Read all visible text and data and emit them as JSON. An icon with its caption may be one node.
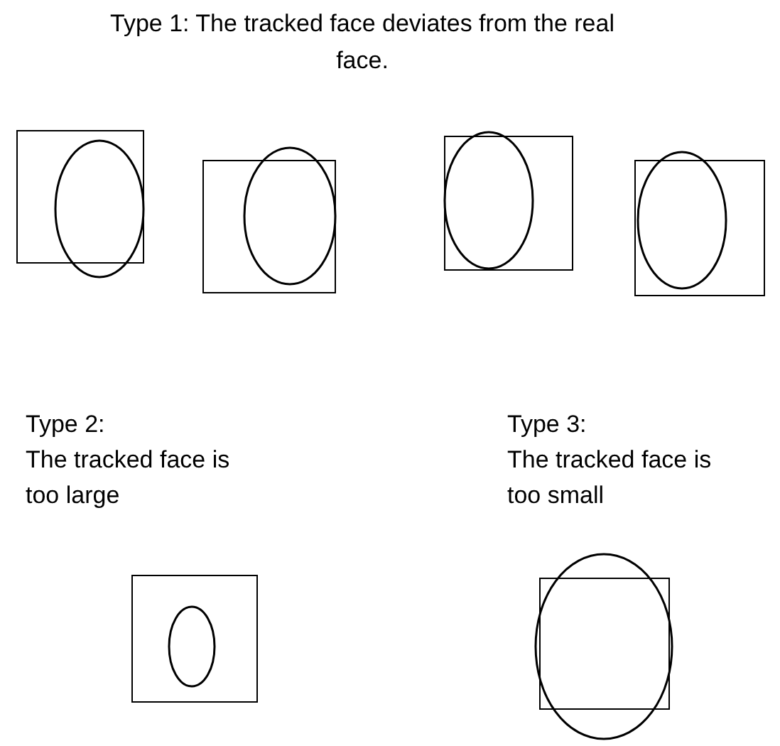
{
  "diagram": {
    "title": "Type 1: The tracked face deviates from the real face.",
    "labels": [
      "Type 2:",
      "The tracked face is too large",
      "Type 3:",
      "The tracked face is too small"
    ]
  }
}
